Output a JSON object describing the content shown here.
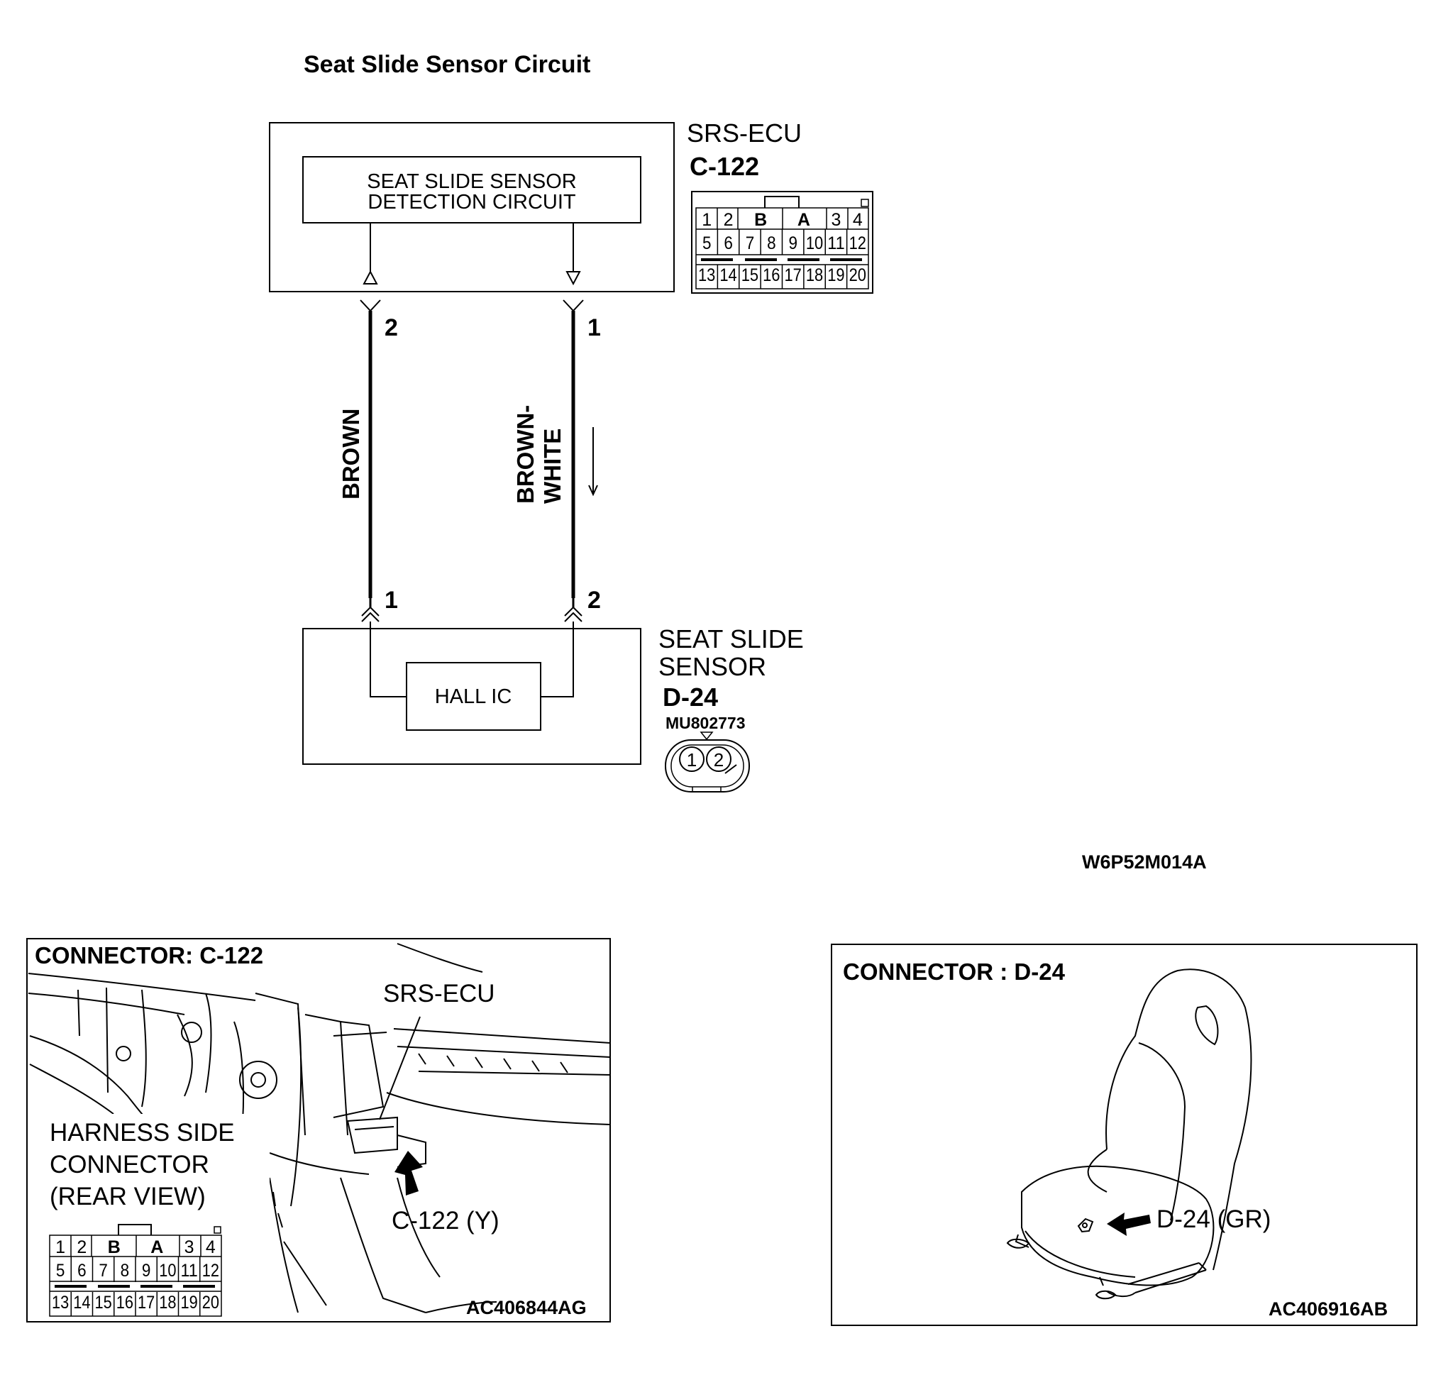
{
  "title": "Seat Slide Sensor Circuit",
  "ecu": {
    "name": "SRS-ECU",
    "connector_id": "C-122",
    "inner_box": {
      "line1": "SEAT SLIDE SENSOR",
      "line2": "DETECTION CIRCUIT"
    }
  },
  "ecu_connector_pins": {
    "row1": [
      "1",
      "2",
      "B",
      "A",
      "3",
      "4"
    ],
    "row2": [
      "5",
      "6",
      "7",
      "8",
      "9",
      "10",
      "11",
      "12"
    ],
    "row3": [
      "13",
      "14",
      "15",
      "16",
      "17",
      "18",
      "19",
      "20"
    ]
  },
  "wires": [
    {
      "color": "BROWN",
      "ecu_pin": "2",
      "sensor_pin": "1"
    },
    {
      "color_line1": "BROWN-",
      "color_line2": "WHITE",
      "ecu_pin": "1",
      "sensor_pin": "2"
    }
  ],
  "sensor": {
    "name_line1": "SEAT SLIDE",
    "name_line2": "SENSOR",
    "connector_id": "D-24",
    "part_number": "MU802773",
    "inner_box": "HALL IC",
    "pins": [
      "1",
      "2"
    ]
  },
  "diagram_code": "W6P52M014A",
  "panel_left": {
    "title": "CONNECTOR: C-122",
    "ecu_label": "SRS-ECU",
    "harness_line1": "HARNESS SIDE",
    "harness_line2": "CONNECTOR",
    "harness_line3": "(REAR VIEW)",
    "callout": "C-122 (Y)",
    "code": "AC406844AG"
  },
  "panel_right": {
    "title": "CONNECTOR : D-24",
    "callout": "D-24 (GR)",
    "code": "AC406916AB"
  },
  "colors": {
    "ink": "#000000",
    "background": "#ffffff"
  }
}
